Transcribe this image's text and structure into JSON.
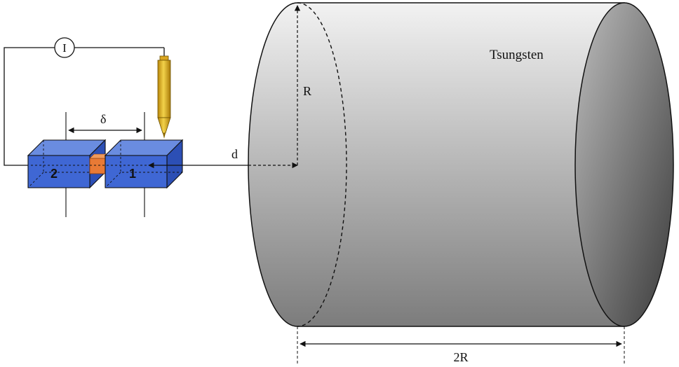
{
  "labels": {
    "material": "Tsungsten",
    "radius": "R",
    "distance": "d",
    "gap": "δ",
    "current": "I",
    "length": "2R",
    "block_left": "2",
    "block_right": "1"
  },
  "colors": {
    "block_face": "#3f67d4",
    "block_top": "#6a8ce0",
    "block_side": "#2c4fb5",
    "junction": "#e87a35",
    "probe": "#e0b422",
    "cylinder_light": "#eeeeee",
    "cylinder_dark": "#7a7a7a",
    "line": "#111111"
  }
}
